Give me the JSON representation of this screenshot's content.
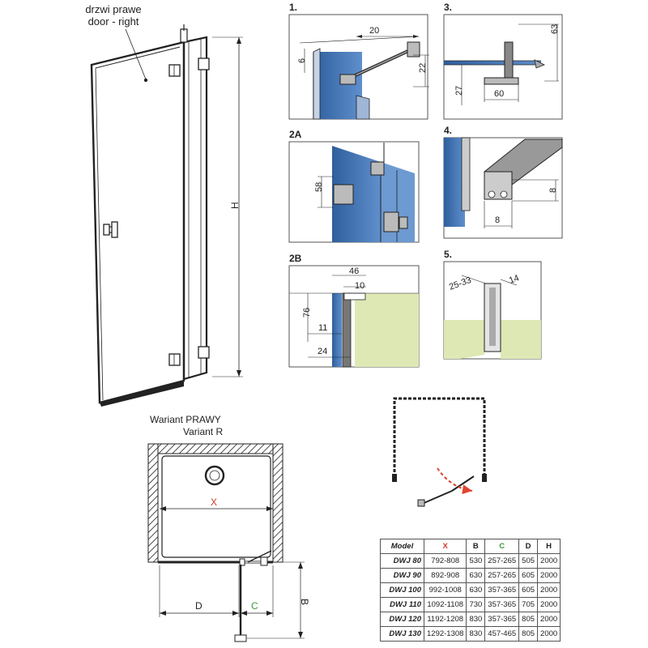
{
  "main_door": {
    "label_line1": "drzwi prawe",
    "label_line2": "door - right",
    "height_label": "H"
  },
  "panels": {
    "p1": {
      "title": "1.",
      "dim_a": "20",
      "dim_b": "6",
      "dim_c": "22"
    },
    "p2a": {
      "title": "2A",
      "dim_a": "58"
    },
    "p2b": {
      "title": "2B",
      "dim_a": "46",
      "dim_b": "10",
      "dim_c": "76",
      "dim_d": "11",
      "dim_e": "24"
    },
    "p3": {
      "title": "3.",
      "dim_a": "63",
      "dim_b": "27",
      "dim_c": "60"
    },
    "p4": {
      "title": "4.",
      "dim_a": "8",
      "dim_b": "8"
    },
    "p5": {
      "title": "5.",
      "dim_a": "25-33",
      "dim_b": "14"
    }
  },
  "plan": {
    "variant_line1": "Wariant PRAWY",
    "variant_line2": "Variant R",
    "x_label": "X",
    "d_label": "D",
    "c_label": "C",
    "b_label": "B"
  },
  "table": {
    "headers": [
      "Model",
      "X",
      "B",
      "C",
      "D",
      "H"
    ],
    "rows": [
      [
        "DWJ 80",
        "792-808",
        "530",
        "257-265",
        "505",
        "2000"
      ],
      [
        "DWJ 90",
        "892-908",
        "630",
        "257-265",
        "605",
        "2000"
      ],
      [
        "DWJ 100",
        "992-1008",
        "630",
        "357-365",
        "605",
        "2000"
      ],
      [
        "DWJ 110",
        "1092-1108",
        "730",
        "357-365",
        "705",
        "2000"
      ],
      [
        "DWJ 120",
        "1192-1208",
        "830",
        "357-365",
        "805",
        "2000"
      ],
      [
        "DWJ 130",
        "1292-1308",
        "830",
        "457-465",
        "805",
        "2000"
      ]
    ]
  },
  "colors": {
    "glass": "#3f73b4",
    "green": "#dde8b4",
    "gray": "#c8c8c8",
    "red_arrow": "#e0442e",
    "dim_c_green": "#3a9a3a",
    "dim_x_red": "#d23a2a"
  }
}
